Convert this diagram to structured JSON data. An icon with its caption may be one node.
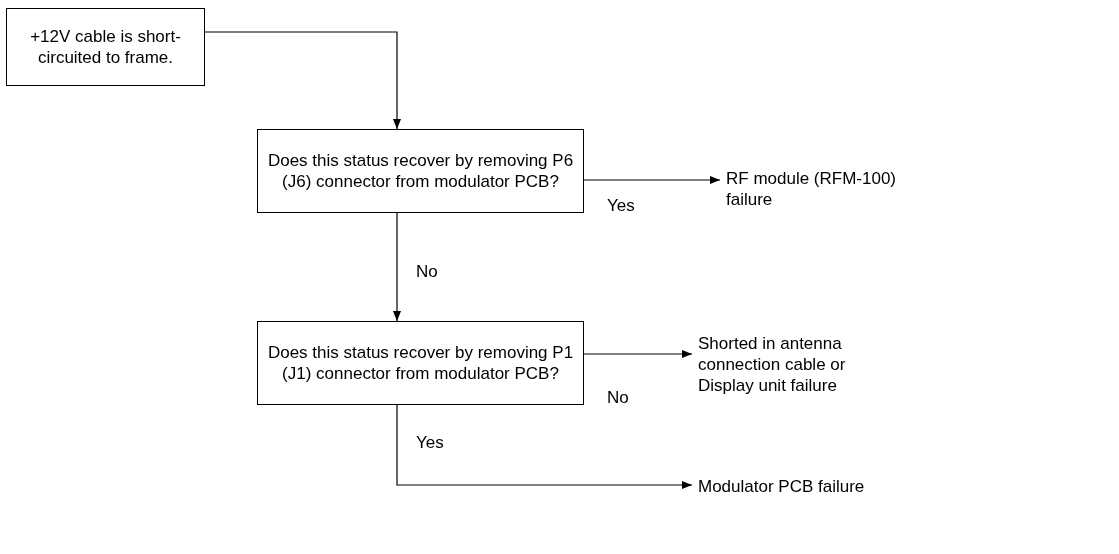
{
  "diagram": {
    "nodes": [
      {
        "text": [
          "+12V cable is short-circuited to frame."
        ]
      },
      {
        "text": [
          "Does this status recover by removing P6 (J6) connector from modulator PCB?"
        ]
      },
      {
        "text": [
          "RF module (RFM-100) failure"
        ]
      },
      {
        "text": [
          "Does this status recover by removing P1 (J1) connector from modulator PCB?"
        ]
      },
      {
        "text": [
          "Shorted in antenna connection cable or Display unit failure"
        ]
      },
      {
        "text": [
          "Modulator PCB failure"
        ]
      }
    ],
    "edges": [
      {
        "from": 0,
        "to": 1,
        "arrow": "to"
      },
      {
        "from": 1,
        "to": 2,
        "arrow": "to",
        "label": "Yes"
      },
      {
        "from": 1,
        "to": 3,
        "arrow": "to",
        "label": "No"
      },
      {
        "from": 3,
        "to": 4,
        "arrow": "to",
        "label": "No"
      },
      {
        "from": 3,
        "to": 5,
        "arrow": "to",
        "label": "Yes"
      }
    ]
  }
}
